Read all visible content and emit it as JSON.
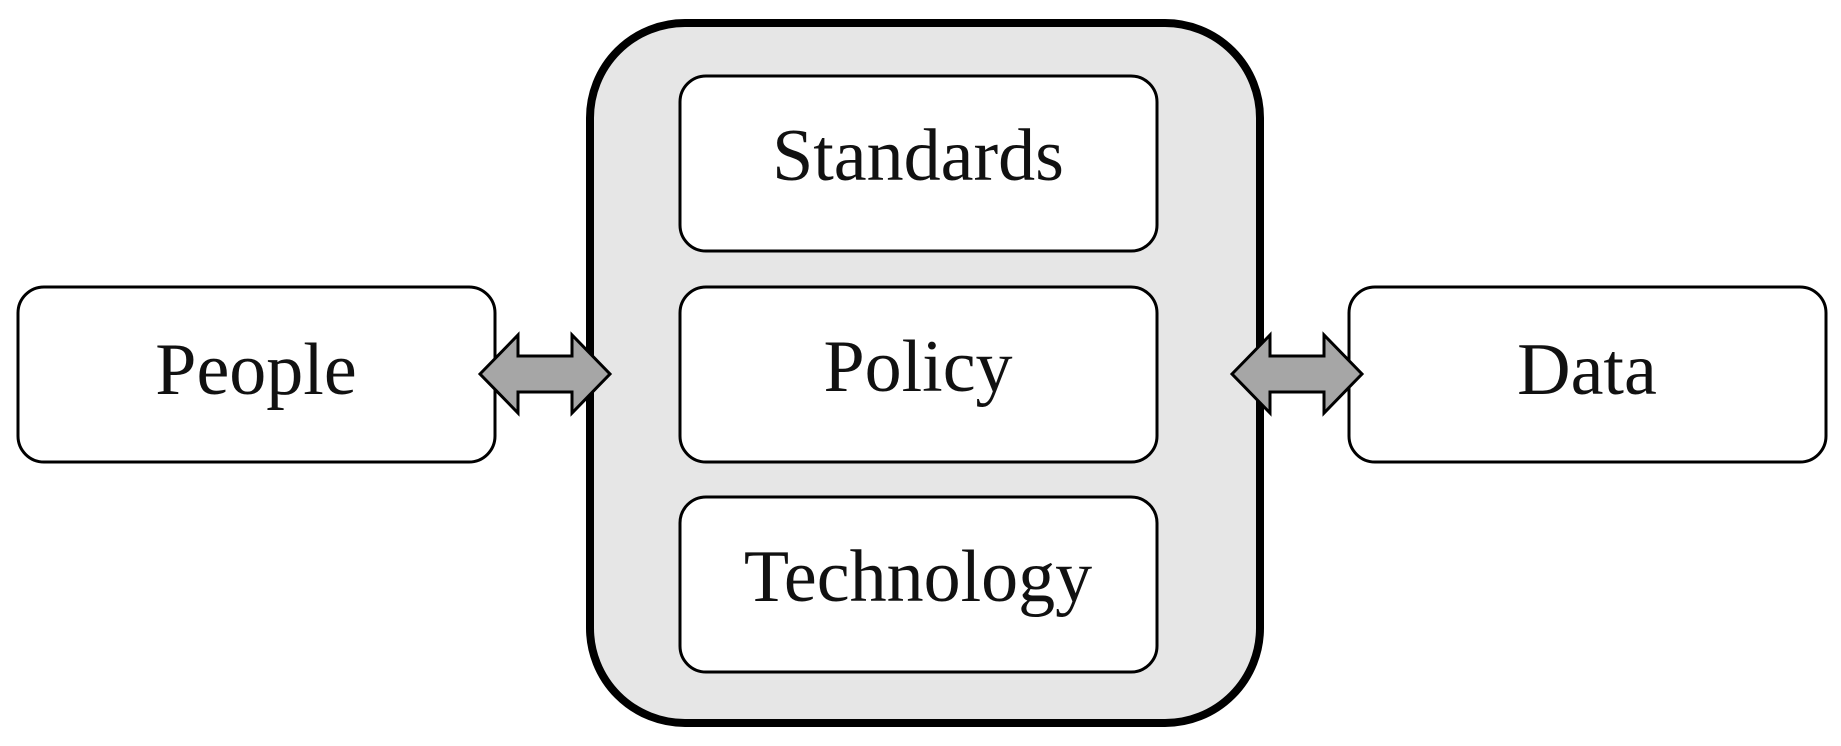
{
  "center": {
    "items": [
      {
        "label": "Standards"
      },
      {
        "label": "Policy"
      },
      {
        "label": "Technology"
      }
    ]
  },
  "left": {
    "label": "People"
  },
  "right": {
    "label": "Data"
  },
  "colors": {
    "container_fill": "#e6e6e6",
    "container_stroke": "#000000",
    "box_fill": "#ffffff",
    "box_stroke": "#000000",
    "arrow_fill": "#a6a6a6"
  },
  "icons": {
    "left_connector": "double-arrow-icon",
    "right_connector": "double-arrow-icon"
  }
}
